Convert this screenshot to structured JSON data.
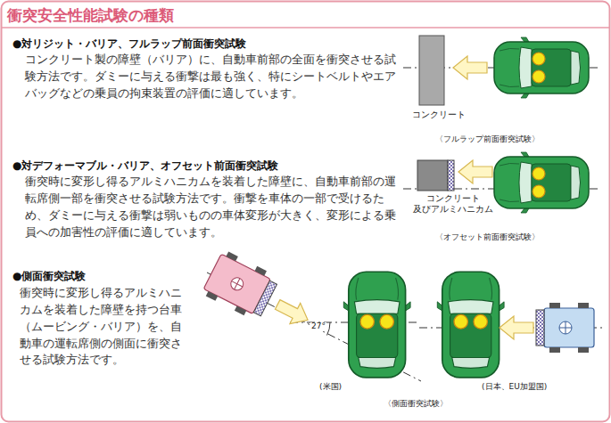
{
  "diagram": {
    "title": "衝突安全性能試験の種類",
    "labels": [
      "●対リジット・バリア、フルラップ前面衝突試験",
      "コンクリート製の障壁（バリア）に、自動車前部の全面を衝突させる試験方法です。ダミーに与える衝撃は最も強く、特にシートベルトやエアバッグなどの乗員の拘束装置の評価に適しています。",
      "●対デフォーマブル・バリア、オフセット前面衝突試験",
      "衝突時に変形し得るアルミハニカムを装着した障壁に、自動車前部の運転席側一部を衝突させる試験方法です。衝撃を車体の一部で受けるため、ダミーに与える衝撃は弱いものの車体変形が大きく、変形による乗員への加害性の評価に適しています。",
      "●側面衝突試験",
      "衝突時に変形し得るアルミハニカムを装着した障壁を持つ台車（ムービング・バリア）を、自動車の運転席側の側面に衝突させる試験方法です。",
      "コンクリート",
      "〈フルラップ前面衝突試験〉",
      "コンクリート 及びアルミハニカム",
      "〈オフセット前面衝突試験〉",
      "27°",
      "(米国)",
      "(日本、EU加盟国)",
      "〈側面衝突試験〉"
    ]
  }
}
